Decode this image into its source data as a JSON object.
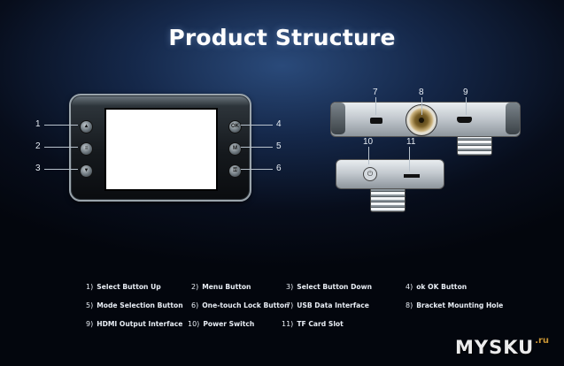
{
  "title": "Product Structure",
  "front_buttons": [
    {
      "number": "1",
      "glyph": "▲"
    },
    {
      "number": "2",
      "glyph": "≡"
    },
    {
      "number": "3",
      "glyph": "▼"
    },
    {
      "number": "4",
      "glyph": "OK"
    },
    {
      "number": "5",
      "glyph": "M"
    },
    {
      "number": "6",
      "glyph": "⚿"
    }
  ],
  "side_labels": [
    "7",
    "8",
    "9",
    "10",
    "11"
  ],
  "legend": [
    {
      "number": "1)",
      "text": "Select Button Up"
    },
    {
      "number": "2)",
      "text": "Menu Button"
    },
    {
      "number": "3)",
      "text": "Select Button Down"
    },
    {
      "number": "4)",
      "text": "ok OK Button"
    },
    {
      "number": "5)",
      "text": "Mode Selection Button"
    },
    {
      "number": "6)",
      "text": "One-touch Lock Button"
    },
    {
      "number": "7)",
      "text": "USB Data Interface"
    },
    {
      "number": "8)",
      "text": "Bracket Mounting Hole"
    },
    {
      "number": "9)",
      "text": "HDMI Output Interface"
    },
    {
      "number": "10)",
      "text": "Power Switch"
    },
    {
      "number": "11)",
      "text": "TF Card Slot"
    }
  ],
  "watermark": {
    "text": "MYSKU",
    "suffix": ".ru"
  },
  "colors": {
    "background": "#070d1b",
    "accent": "#d9a13a"
  }
}
